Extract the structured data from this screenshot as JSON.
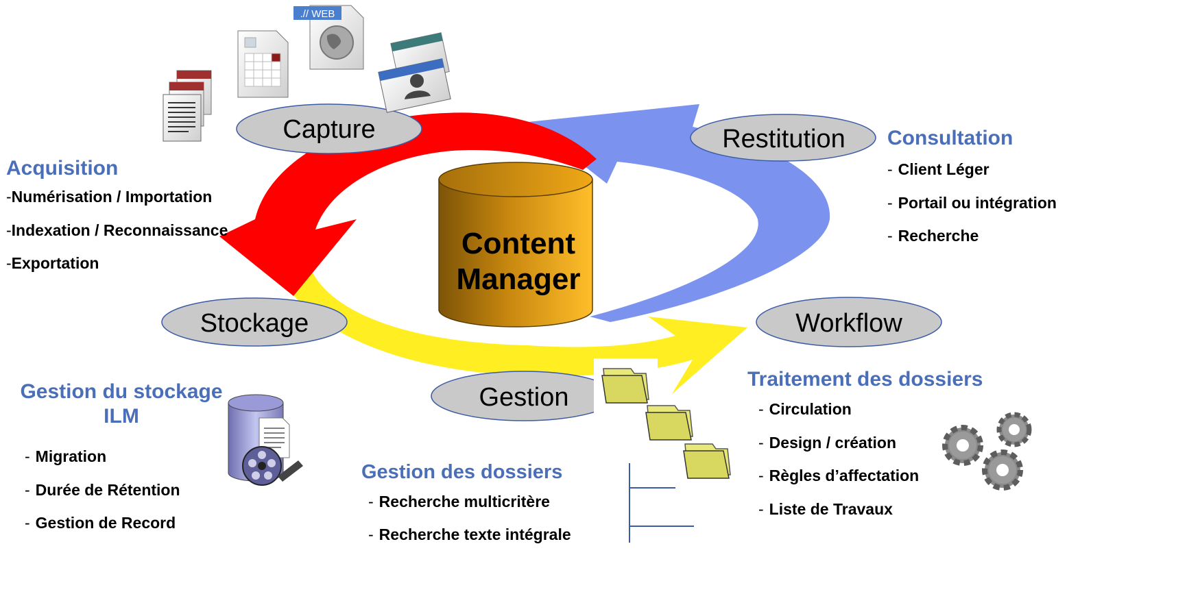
{
  "core": {
    "line1": "Content",
    "line2": "Manager"
  },
  "stages": {
    "capture": "Capture",
    "restitution": "Restitution",
    "stockage": "Stockage",
    "workflow": "Workflow",
    "gestion": "Gestion"
  },
  "web_badge": ".// WEB",
  "acquisition": {
    "title": "Acquisition",
    "items": [
      "Numérisation / Importation",
      "Indexation / Reconnaissance",
      "Exportation"
    ]
  },
  "consultation": {
    "title": "Consultation",
    "items": [
      "Client Léger",
      "Portail ou intégration",
      "Recherche"
    ]
  },
  "gestion_stockage": {
    "title_line1": "Gestion du stockage",
    "title_line2": "ILM",
    "items": [
      "Migration",
      "Durée de Rétention",
      "Gestion de Record"
    ]
  },
  "traitement": {
    "title": "Traitement des dossiers",
    "items": [
      "Circulation",
      "Design / création",
      "Règles d’affectation",
      "Liste de Travaux"
    ]
  },
  "gestion_dossiers": {
    "title": "Gestion des dossiers",
    "items": [
      "Recherche multicritère",
      "Recherche texte intégrale"
    ]
  },
  "dash": "-",
  "colors": {
    "red_arrow": "#ff0000",
    "blue_arrow": "#7b93ee",
    "yellow_arrow": "#ffee22",
    "ellipse_fill": "#c9c9c9",
    "ellipse_stroke": "#3b5ba5",
    "heading": "#4a6fb8",
    "cylinder_light": "#f6b21c",
    "cylinder_dark": "#8a5e08"
  }
}
